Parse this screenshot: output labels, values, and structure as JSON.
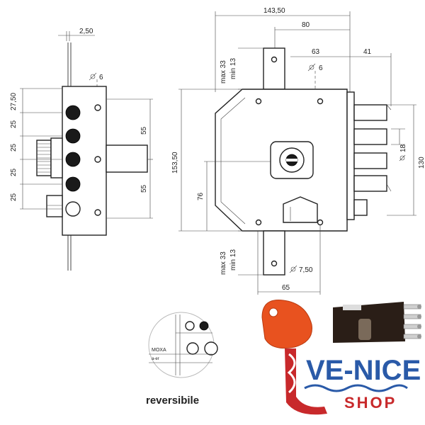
{
  "side_view": {
    "top_dim": "2,50",
    "hole_dim": "6",
    "left_dims": [
      "27,50",
      "25",
      "25",
      "25",
      "25"
    ],
    "right_dims": [
      "55",
      "55"
    ]
  },
  "front_view": {
    "width_total": "143,50",
    "width_80": "80",
    "width_63": "63",
    "width_41": "41",
    "hole_top": "6",
    "max_top": "max 33",
    "min_top": "min 13",
    "height_total": "153,50",
    "height_76": "76",
    "bolt_dia": "18",
    "height_130": "130",
    "max_bottom": "max 33",
    "min_bottom": "min 13",
    "hole_bottom": "7,50",
    "width_65": "65"
  },
  "thumbnail": {
    "text_line1": "MOXA",
    "text_line2": "a-er"
  },
  "caption": "reversibile",
  "key_label": "",
  "logo": {
    "main": "VE-NICE",
    "sub": "SHOP"
  },
  "colors": {
    "key_orange": "#e8521f",
    "logo_blue": "#2a5aa8",
    "logo_red": "#c8292b",
    "photo_dark": "#2a1e17"
  }
}
